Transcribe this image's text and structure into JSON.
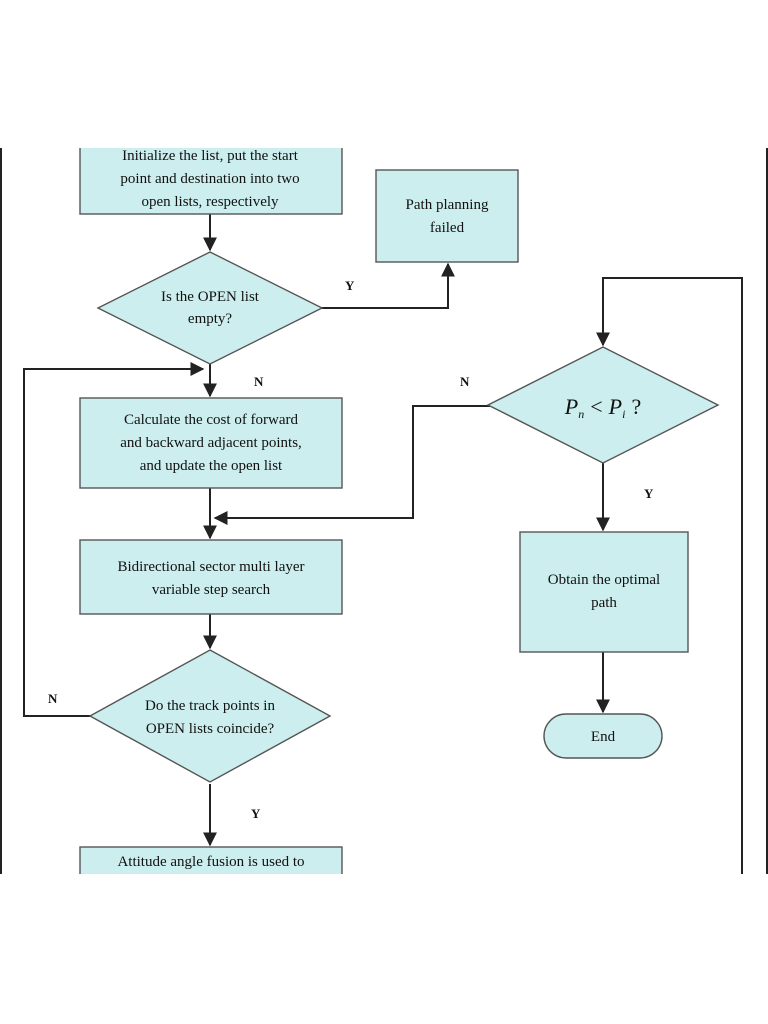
{
  "nodes": {
    "init": [
      "Initialize the list, put the start",
      "point and destination into two",
      "open lists, respectively"
    ],
    "failed": [
      "Path planning",
      "failed"
    ],
    "open_empty": [
      "Is the OPEN list",
      "empty?"
    ],
    "calc_cost": [
      "Calculate the cost of forward",
      "and backward adjacent points,",
      "and update the open list"
    ],
    "sector_search": [
      "Bidirectional sector multi layer",
      "variable step search"
    ],
    "coincide": [
      "Do the track points in",
      "OPEN lists coincide?"
    ],
    "fusion": [
      "Attitude angle fusion is used to"
    ],
    "compare": {
      "left_p": "P",
      "left_sub": "n",
      "op": "<",
      "right_p": "P",
      "right_sub": "i",
      "q": "?"
    },
    "optimal": [
      "Obtain the optimal",
      "path"
    ],
    "end": [
      "End"
    ]
  },
  "branch_labels": {
    "empty_yes": "Y",
    "empty_no": "N",
    "coincide_no": "N",
    "coincide_yes": "Y",
    "compare_no": "N",
    "compare_yes": "Y"
  },
  "colors": {
    "node_fill": "#cdeeee",
    "node_stroke": "#555555",
    "line": "#222222"
  }
}
